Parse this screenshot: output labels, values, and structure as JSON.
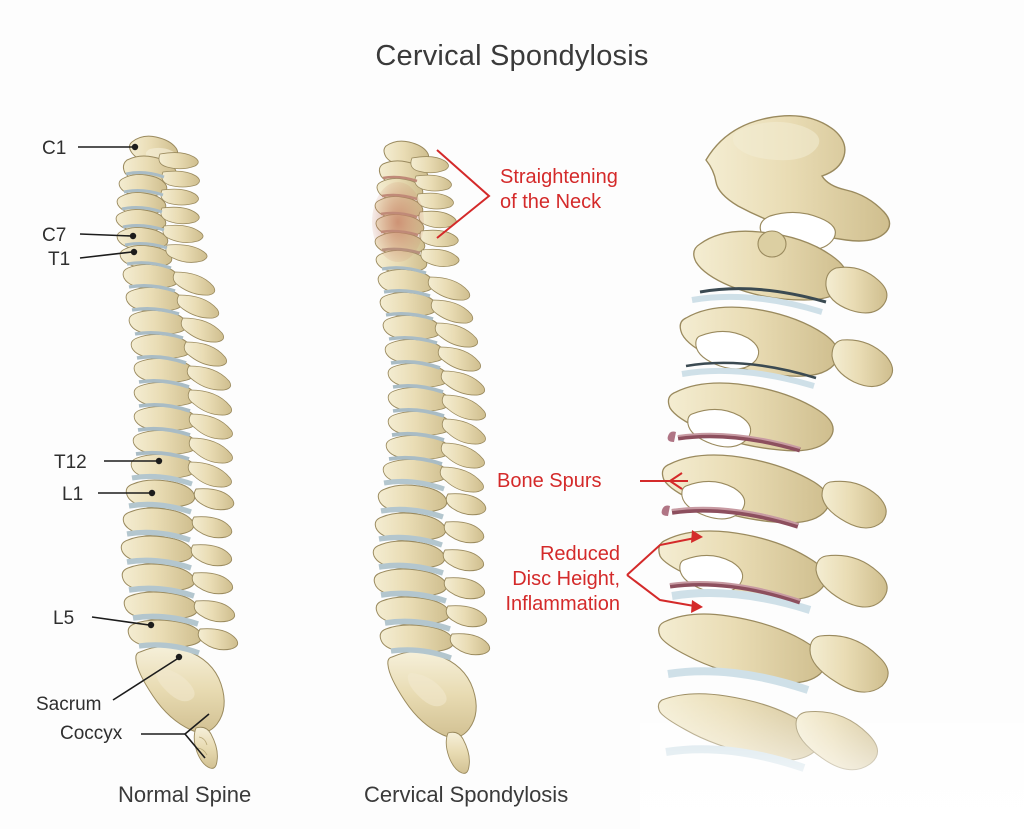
{
  "figure": {
    "title": "Cervical Spondylosis",
    "background_color": "#fdfdfd"
  },
  "captions": {
    "normal_spine": "Normal Spine",
    "cervical_spondylosis": "Cervical Spondylosis"
  },
  "vertebra_labels": {
    "c1": "C1",
    "c7": "C7",
    "t1": "T1",
    "t12": "T12",
    "l1": "L1",
    "l5": "L5",
    "sacrum": "Sacrum",
    "coccyx": "Coccyx"
  },
  "annotations": {
    "straightening_line1": "Straightening",
    "straightening_line2": "of the Neck",
    "bone_spurs": "Bone Spurs",
    "reduced_line1": "Reduced",
    "reduced_line2": "Disc Height,",
    "reduced_line3": "Inflammation"
  },
  "colors": {
    "annotation_red": "#d42a2a",
    "label_gray": "#2f2f2f",
    "title_gray": "#3a3a3a",
    "bone_light": "#efe6c4",
    "bone_mid": "#e2d5a8",
    "bone_shadow": "#cbbb8a",
    "bone_outline": "#9a8a5e",
    "disc_healthy": "#c9d8df",
    "disc_healthy_light": "#e4eef2",
    "disc_inflamed": "#9c5a6a",
    "disc_inflamed_light": "#c08a94",
    "neck_discoloration": "#c98a72"
  }
}
